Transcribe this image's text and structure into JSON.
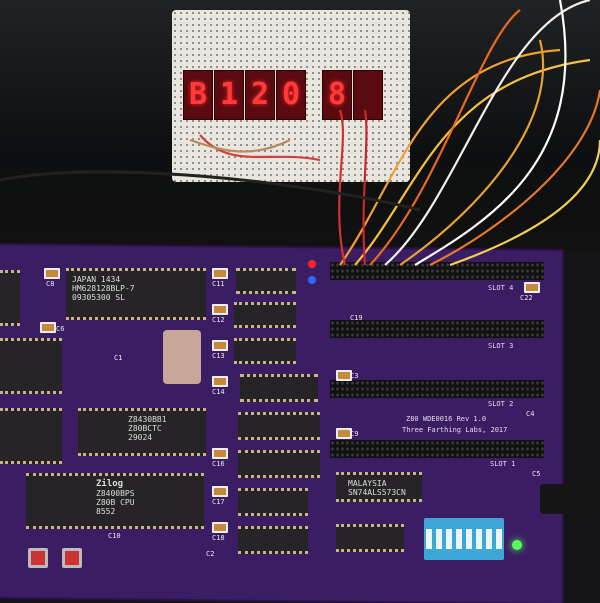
{
  "display": {
    "digits": [
      "B",
      "1",
      "2",
      "0",
      "8",
      ""
    ]
  },
  "board": {
    "title_line1": "Z80 WDE0016 Rev 1.0",
    "title_line2": "Three Farthing Labs, 2017",
    "slots": [
      "SLOT 4",
      "SLOT 3",
      "SLOT 2",
      "SLOT 1"
    ],
    "chips": {
      "ram": [
        "JAPAN 1434",
        "HM628128BLP-7",
        "09305300 SL"
      ],
      "ctc": [
        "Z8430BB1",
        "Z80BCTC",
        "29024"
      ],
      "cpu": [
        "Zilog",
        "Z8400BPS",
        "Z80B CPU",
        "8552"
      ],
      "latch": [
        "MALAYSIA",
        "SN74ALS573CN"
      ]
    },
    "capacitors": [
      "C8",
      "C6",
      "C1",
      "C11",
      "C12",
      "C13",
      "C14",
      "C16",
      "C17",
      "C18",
      "C10",
      "C2",
      "C3",
      "C4",
      "C5",
      "C9",
      "C19",
      "C22"
    ]
  },
  "colors": {
    "pcb": "#3b1d63",
    "led": "#ff3a3a",
    "dip_switch": "#3fa7d8"
  }
}
